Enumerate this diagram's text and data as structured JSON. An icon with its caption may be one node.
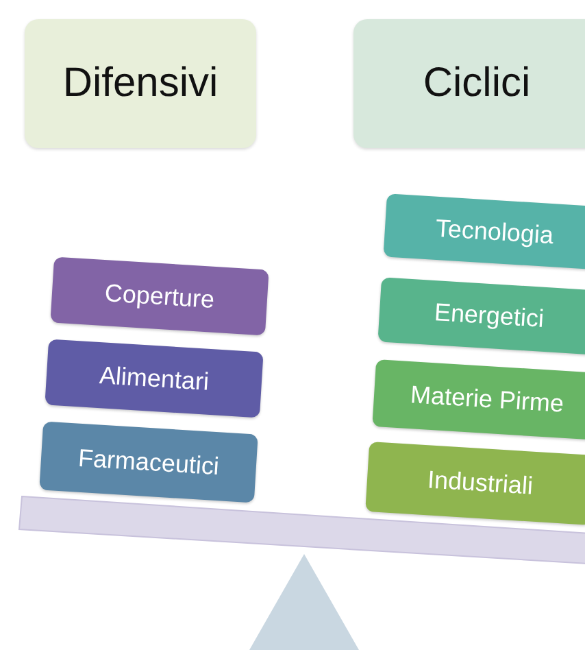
{
  "diagram": {
    "nodes": [
      {
        "text": [
          "Difensivi"
        ]
      },
      {
        "text": [
          "Ciclici"
        ]
      },
      {
        "text": [
          "Coperture"
        ]
      },
      {
        "text": [
          "Alimentari"
        ]
      },
      {
        "text": [
          "Farmaceutici"
        ]
      },
      {
        "text": [
          "Tecnologia"
        ]
      },
      {
        "text": [
          "Energetici"
        ]
      },
      {
        "text": [
          "Materie Pirme"
        ]
      },
      {
        "text": [
          "Industriali"
        ]
      }
    ]
  }
}
